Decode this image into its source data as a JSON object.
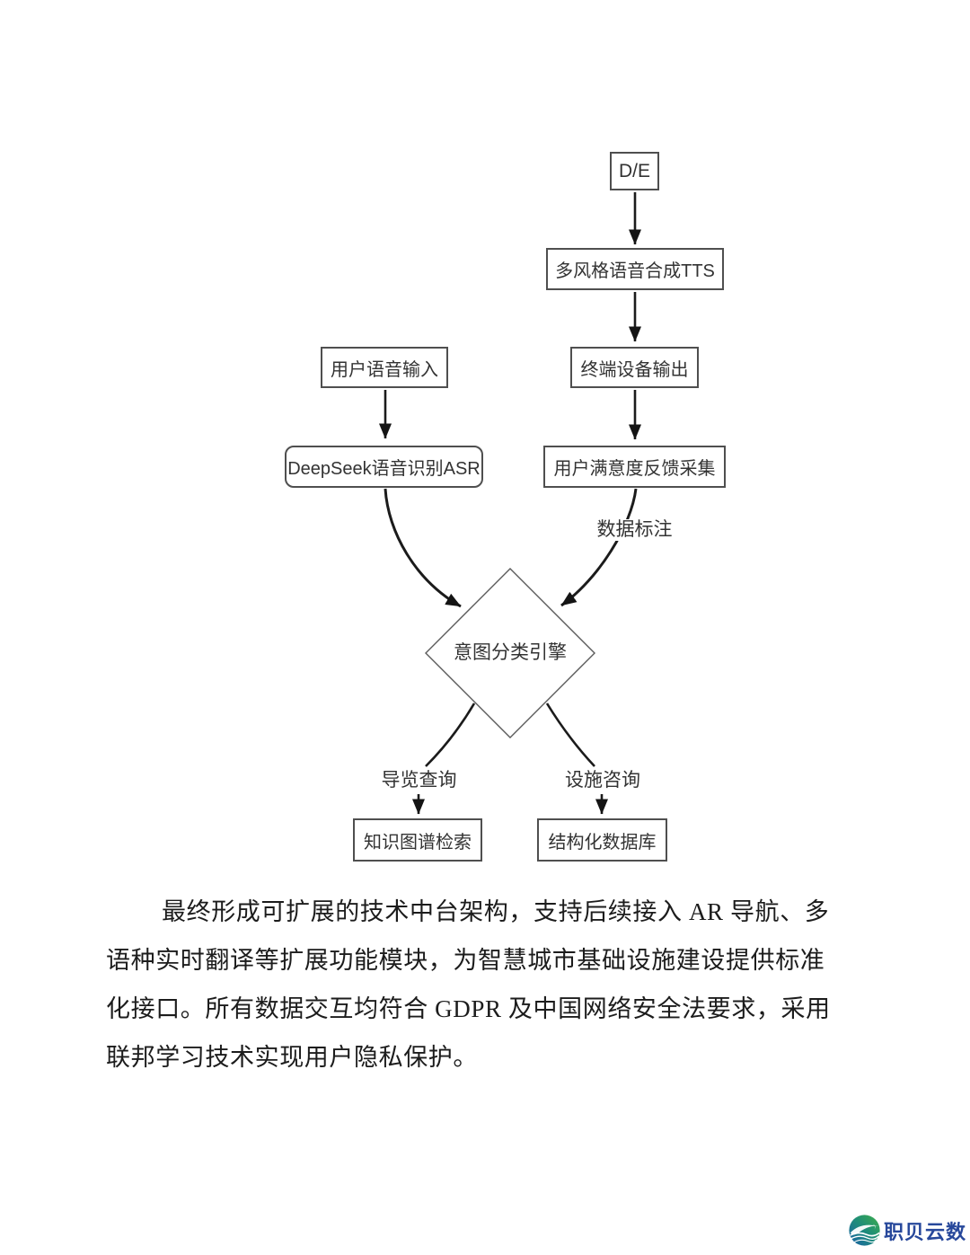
{
  "flowchart": {
    "nodes": {
      "de": {
        "label": "D/E"
      },
      "tts": {
        "label": "多风格语音合成TTS"
      },
      "terminal_output": {
        "label": "终端设备输出"
      },
      "voice_input": {
        "label": "用户语音输入"
      },
      "asr": {
        "label": "DeepSeek语音识别ASR"
      },
      "feedback": {
        "label": "用户满意度反馈采集"
      },
      "intent_engine": {
        "label": "意图分类引擎"
      },
      "knowledge_graph": {
        "label": "知识图谱检索"
      },
      "structured_db": {
        "label": "结构化数据库"
      }
    },
    "edge_labels": {
      "data_annotation": "数据标注",
      "nav_query": "导览查询",
      "facility_query": "设施咨询"
    },
    "colors": {
      "stroke": "#1b1b1b",
      "box_border": "#4f4f4f",
      "diamond_border": "#5a5a5a",
      "text": "#333333"
    }
  },
  "paragraph": {
    "lines": [
      "最终形成可扩展的技术中台架构，支持后续接入 AR 导航、多",
      "语种实时翻译等扩展功能模块，为智慧城市基础设施建设提供标准",
      "化接口。所有数据交互均符合 GDPR 及中国网络安全法要求，采用",
      "联邦学习技术实现用户隐私保护。"
    ]
  },
  "footer": {
    "logo_text": "职贝云数",
    "logo_color": "#27489b"
  }
}
